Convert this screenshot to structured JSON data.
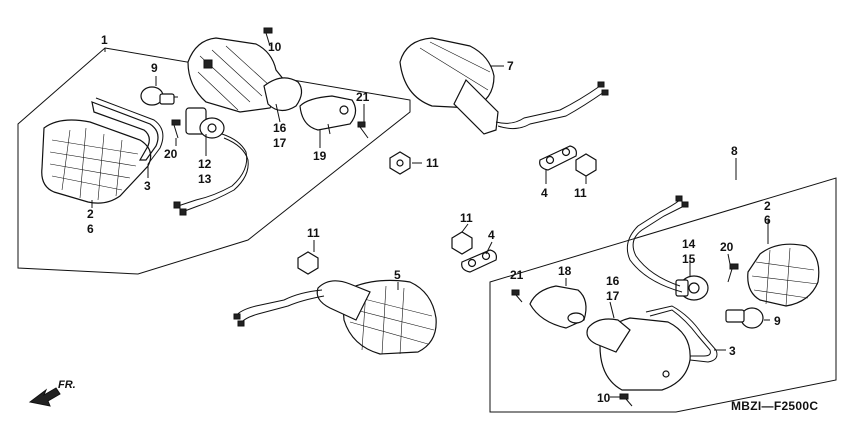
{
  "diagram": {
    "code": "MBZI—F2500C",
    "direction_label": "FR.",
    "callouts": {
      "c1": "1",
      "c2a": "2",
      "c6a": "6",
      "c3a": "3",
      "c9a": "9",
      "c20a": "20",
      "c12": "12",
      "c13": "13",
      "c10a": "10",
      "c16a": "16",
      "c17a": "17",
      "c19": "19",
      "c21a": "21",
      "c7": "7",
      "c11a": "11",
      "c4a": "4",
      "c11b": "11",
      "c8": "8",
      "c2b": "2",
      "c6b": "6",
      "c11c": "11",
      "c4b": "4",
      "c11d": "11",
      "c14": "14",
      "c15": "15",
      "c20b": "20",
      "c5": "5",
      "c21b": "21",
      "c18": "18",
      "c16b": "16",
      "c17b": "17",
      "c9b": "9",
      "c3b": "3",
      "c10b": "10"
    }
  }
}
